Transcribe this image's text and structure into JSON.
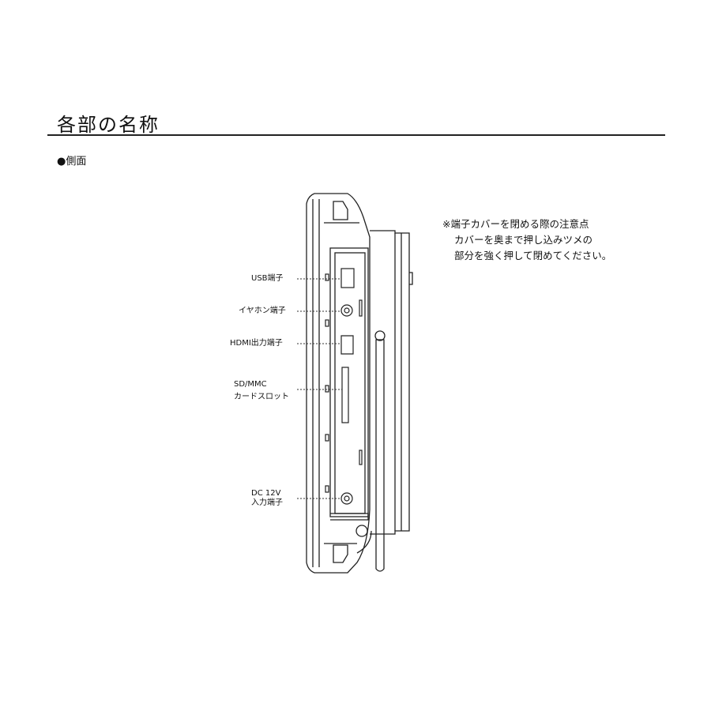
{
  "page": {
    "title": "各部の名称",
    "subheading": "●側面"
  },
  "labels": {
    "usb": "USB端子",
    "earphone": "イヤホン端子",
    "hdmi": "HDMI出力端子",
    "sd_line1": "SD/MMC",
    "sd_line2": "カードスロット",
    "dc_line1": "DC 12V",
    "dc_line2": "入力端子"
  },
  "note": {
    "line1": "※端子カバーを閉める際の注意点",
    "line2": "カバーを奥まで押し込みツメの",
    "line3": "部分を強く押して閉めてください。"
  }
}
